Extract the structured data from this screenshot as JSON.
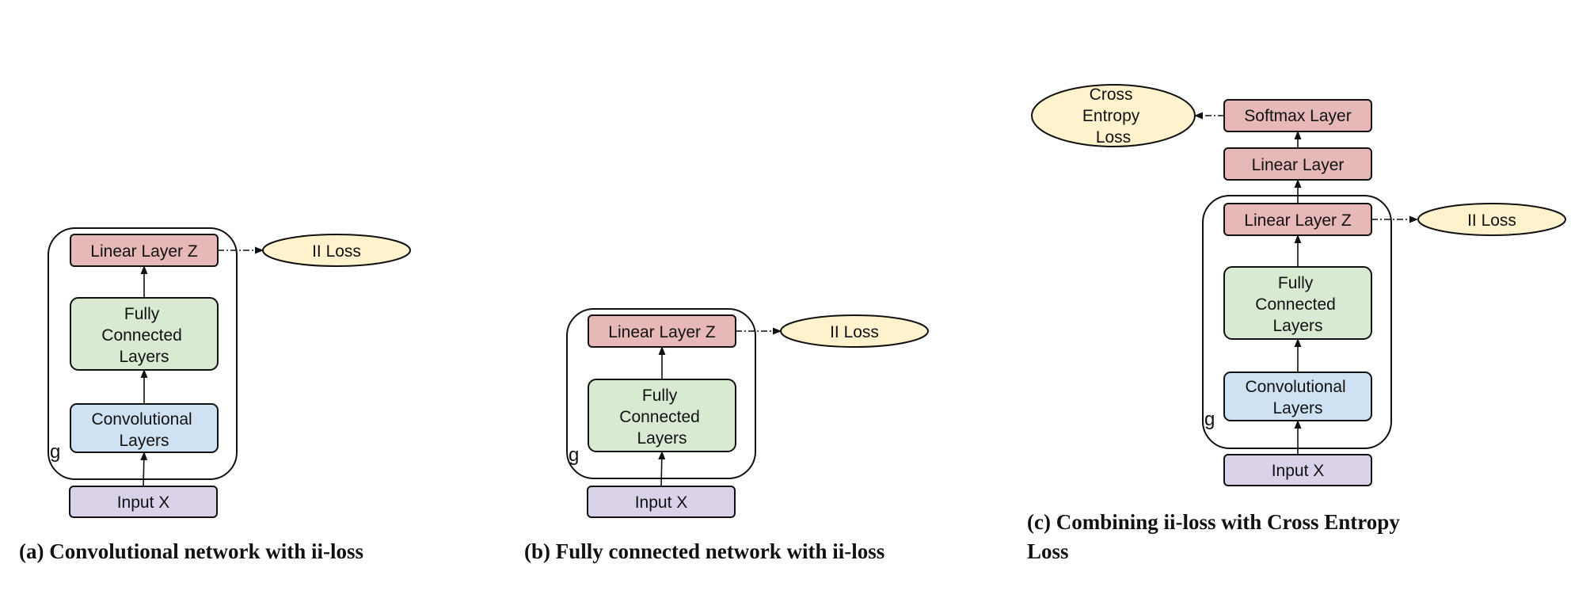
{
  "colors": {
    "linear": "#e6b8b7",
    "fc": "#d9ead3",
    "conv": "#cfe2f3",
    "input": "#d9d2e9",
    "loss": "#fff2cc",
    "stroke": "#111111"
  },
  "panel_a": {
    "g": "g",
    "linear_z": "Linear Layer Z",
    "loss": "II Loss",
    "fc": [
      "Fully",
      "Connected",
      "Layers"
    ],
    "conv": [
      "Convolutional",
      "Layers"
    ],
    "input": "Input X",
    "caption": "(a) Convolutional network with ii-loss"
  },
  "panel_b": {
    "g": "g",
    "linear_z": "Linear Layer Z",
    "loss": "II Loss",
    "fc": [
      "Fully",
      "Connected",
      "Layers"
    ],
    "input": "Input X",
    "caption": "(b) Fully connected network with ii-loss"
  },
  "panel_c": {
    "g": "g",
    "ce_loss": [
      "Cross",
      "Entropy",
      "Loss"
    ],
    "softmax": "Softmax Layer",
    "linear": "Linear Layer",
    "linear_z": "Linear Layer Z",
    "loss": "II Loss",
    "fc": [
      "Fully",
      "Connected",
      "Layers"
    ],
    "conv": [
      "Convolutional",
      "Layers"
    ],
    "input": "Input X",
    "caption_line1": "(c) Combining ii-loss with Cross Entropy",
    "caption_line2": "Loss"
  }
}
